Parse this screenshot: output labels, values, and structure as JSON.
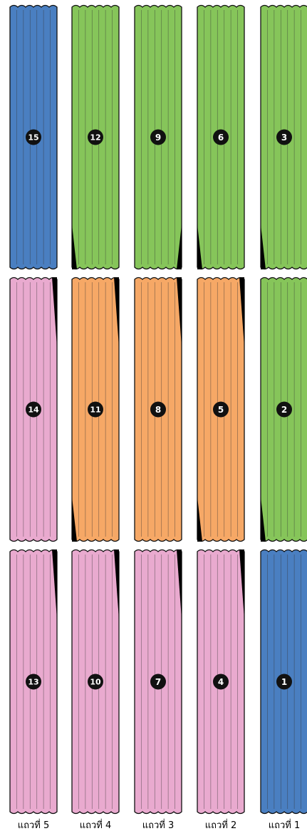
{
  "colors": {
    "blue": "#4a7fc1",
    "green": "#86c55a",
    "pink": "#e9aacf",
    "orange": "#f6a866",
    "outline": "#111111",
    "badge": "#111111"
  },
  "column_labels": [
    "แถวที่ 5",
    "แถวที่ 4",
    "แถวที่ 3",
    "แถวที่ 2",
    "แถวที่ 1"
  ],
  "panels": [
    {
      "number": "15",
      "column": 5,
      "row": "top",
      "color": "blue",
      "corner": "none"
    },
    {
      "number": "12",
      "column": 4,
      "row": "top",
      "color": "green",
      "corner": "bottom-left"
    },
    {
      "number": "9",
      "column": 3,
      "row": "top",
      "color": "green",
      "corner": "bottom-right"
    },
    {
      "number": "6",
      "column": 2,
      "row": "top",
      "color": "green",
      "corner": "bottom-left"
    },
    {
      "number": "3",
      "column": 1,
      "row": "top",
      "color": "green",
      "corner": "bottom-left"
    },
    {
      "number": "14",
      "column": 5,
      "row": "middle",
      "color": "pink",
      "corner": "top-right"
    },
    {
      "number": "11",
      "column": 4,
      "row": "middle",
      "color": "orange",
      "corner": "top-right-bottom-left"
    },
    {
      "number": "8",
      "column": 3,
      "row": "middle",
      "color": "orange",
      "corner": "top-right"
    },
    {
      "number": "5",
      "column": 2,
      "row": "middle",
      "color": "orange",
      "corner": "top-right-bottom-left"
    },
    {
      "number": "2",
      "column": 1,
      "row": "middle",
      "color": "green",
      "corner": "bottom-left"
    },
    {
      "number": "13",
      "column": 5,
      "row": "bottom",
      "color": "pink",
      "corner": "top-right"
    },
    {
      "number": "10",
      "column": 4,
      "row": "bottom",
      "color": "pink",
      "corner": "top-right"
    },
    {
      "number": "7",
      "column": 3,
      "row": "bottom",
      "color": "pink",
      "corner": "top-right"
    },
    {
      "number": "4",
      "column": 2,
      "row": "bottom",
      "color": "pink",
      "corner": "top-right"
    },
    {
      "number": "1",
      "column": 1,
      "row": "bottom",
      "color": "blue",
      "corner": "none"
    }
  ]
}
